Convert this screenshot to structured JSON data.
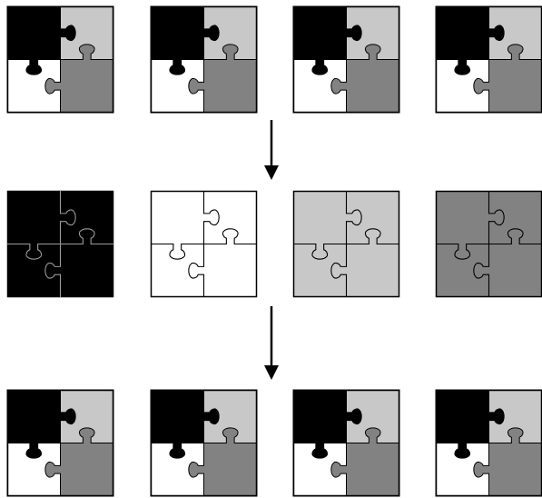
{
  "colors": {
    "black": "#000000",
    "light_gray": "#c8c8c8",
    "dark_gray": "#828282",
    "white": "#ffffff",
    "outline": "#000000",
    "seam_on_dark": "#9a9a9a"
  },
  "rows": [
    {
      "kind": "assembled",
      "puzzles": [
        {
          "quadrants": [
            "black",
            "light_gray",
            "white",
            "dark_gray"
          ]
        },
        {
          "quadrants": [
            "black",
            "light_gray",
            "white",
            "dark_gray"
          ]
        },
        {
          "quadrants": [
            "black",
            "light_gray",
            "white",
            "dark_gray"
          ]
        },
        {
          "quadrants": [
            "black",
            "light_gray",
            "white",
            "dark_gray"
          ]
        }
      ]
    },
    {
      "kind": "uniform",
      "puzzles": [
        {
          "fill": "black",
          "seam": "seam_on_dark"
        },
        {
          "fill": "white",
          "seam": "outline"
        },
        {
          "fill": "light_gray",
          "seam": "outline"
        },
        {
          "fill": "dark_gray",
          "seam": "outline"
        }
      ]
    },
    {
      "kind": "assembled",
      "puzzles": [
        {
          "quadrants": [
            "black",
            "light_gray",
            "white",
            "dark_gray"
          ]
        },
        {
          "quadrants": [
            "black",
            "light_gray",
            "white",
            "dark_gray"
          ]
        },
        {
          "quadrants": [
            "black",
            "light_gray",
            "white",
            "dark_gray"
          ]
        },
        {
          "quadrants": [
            "black",
            "light_gray",
            "white",
            "dark_gray"
          ]
        }
      ]
    }
  ],
  "arrows": [
    {
      "from_row": 1,
      "to_row": 2,
      "direction": "down"
    },
    {
      "from_row": 2,
      "to_row": 3,
      "direction": "down"
    }
  ],
  "icons": {
    "arrow": "arrow-down-icon",
    "puzzle": "puzzle-icon"
  }
}
